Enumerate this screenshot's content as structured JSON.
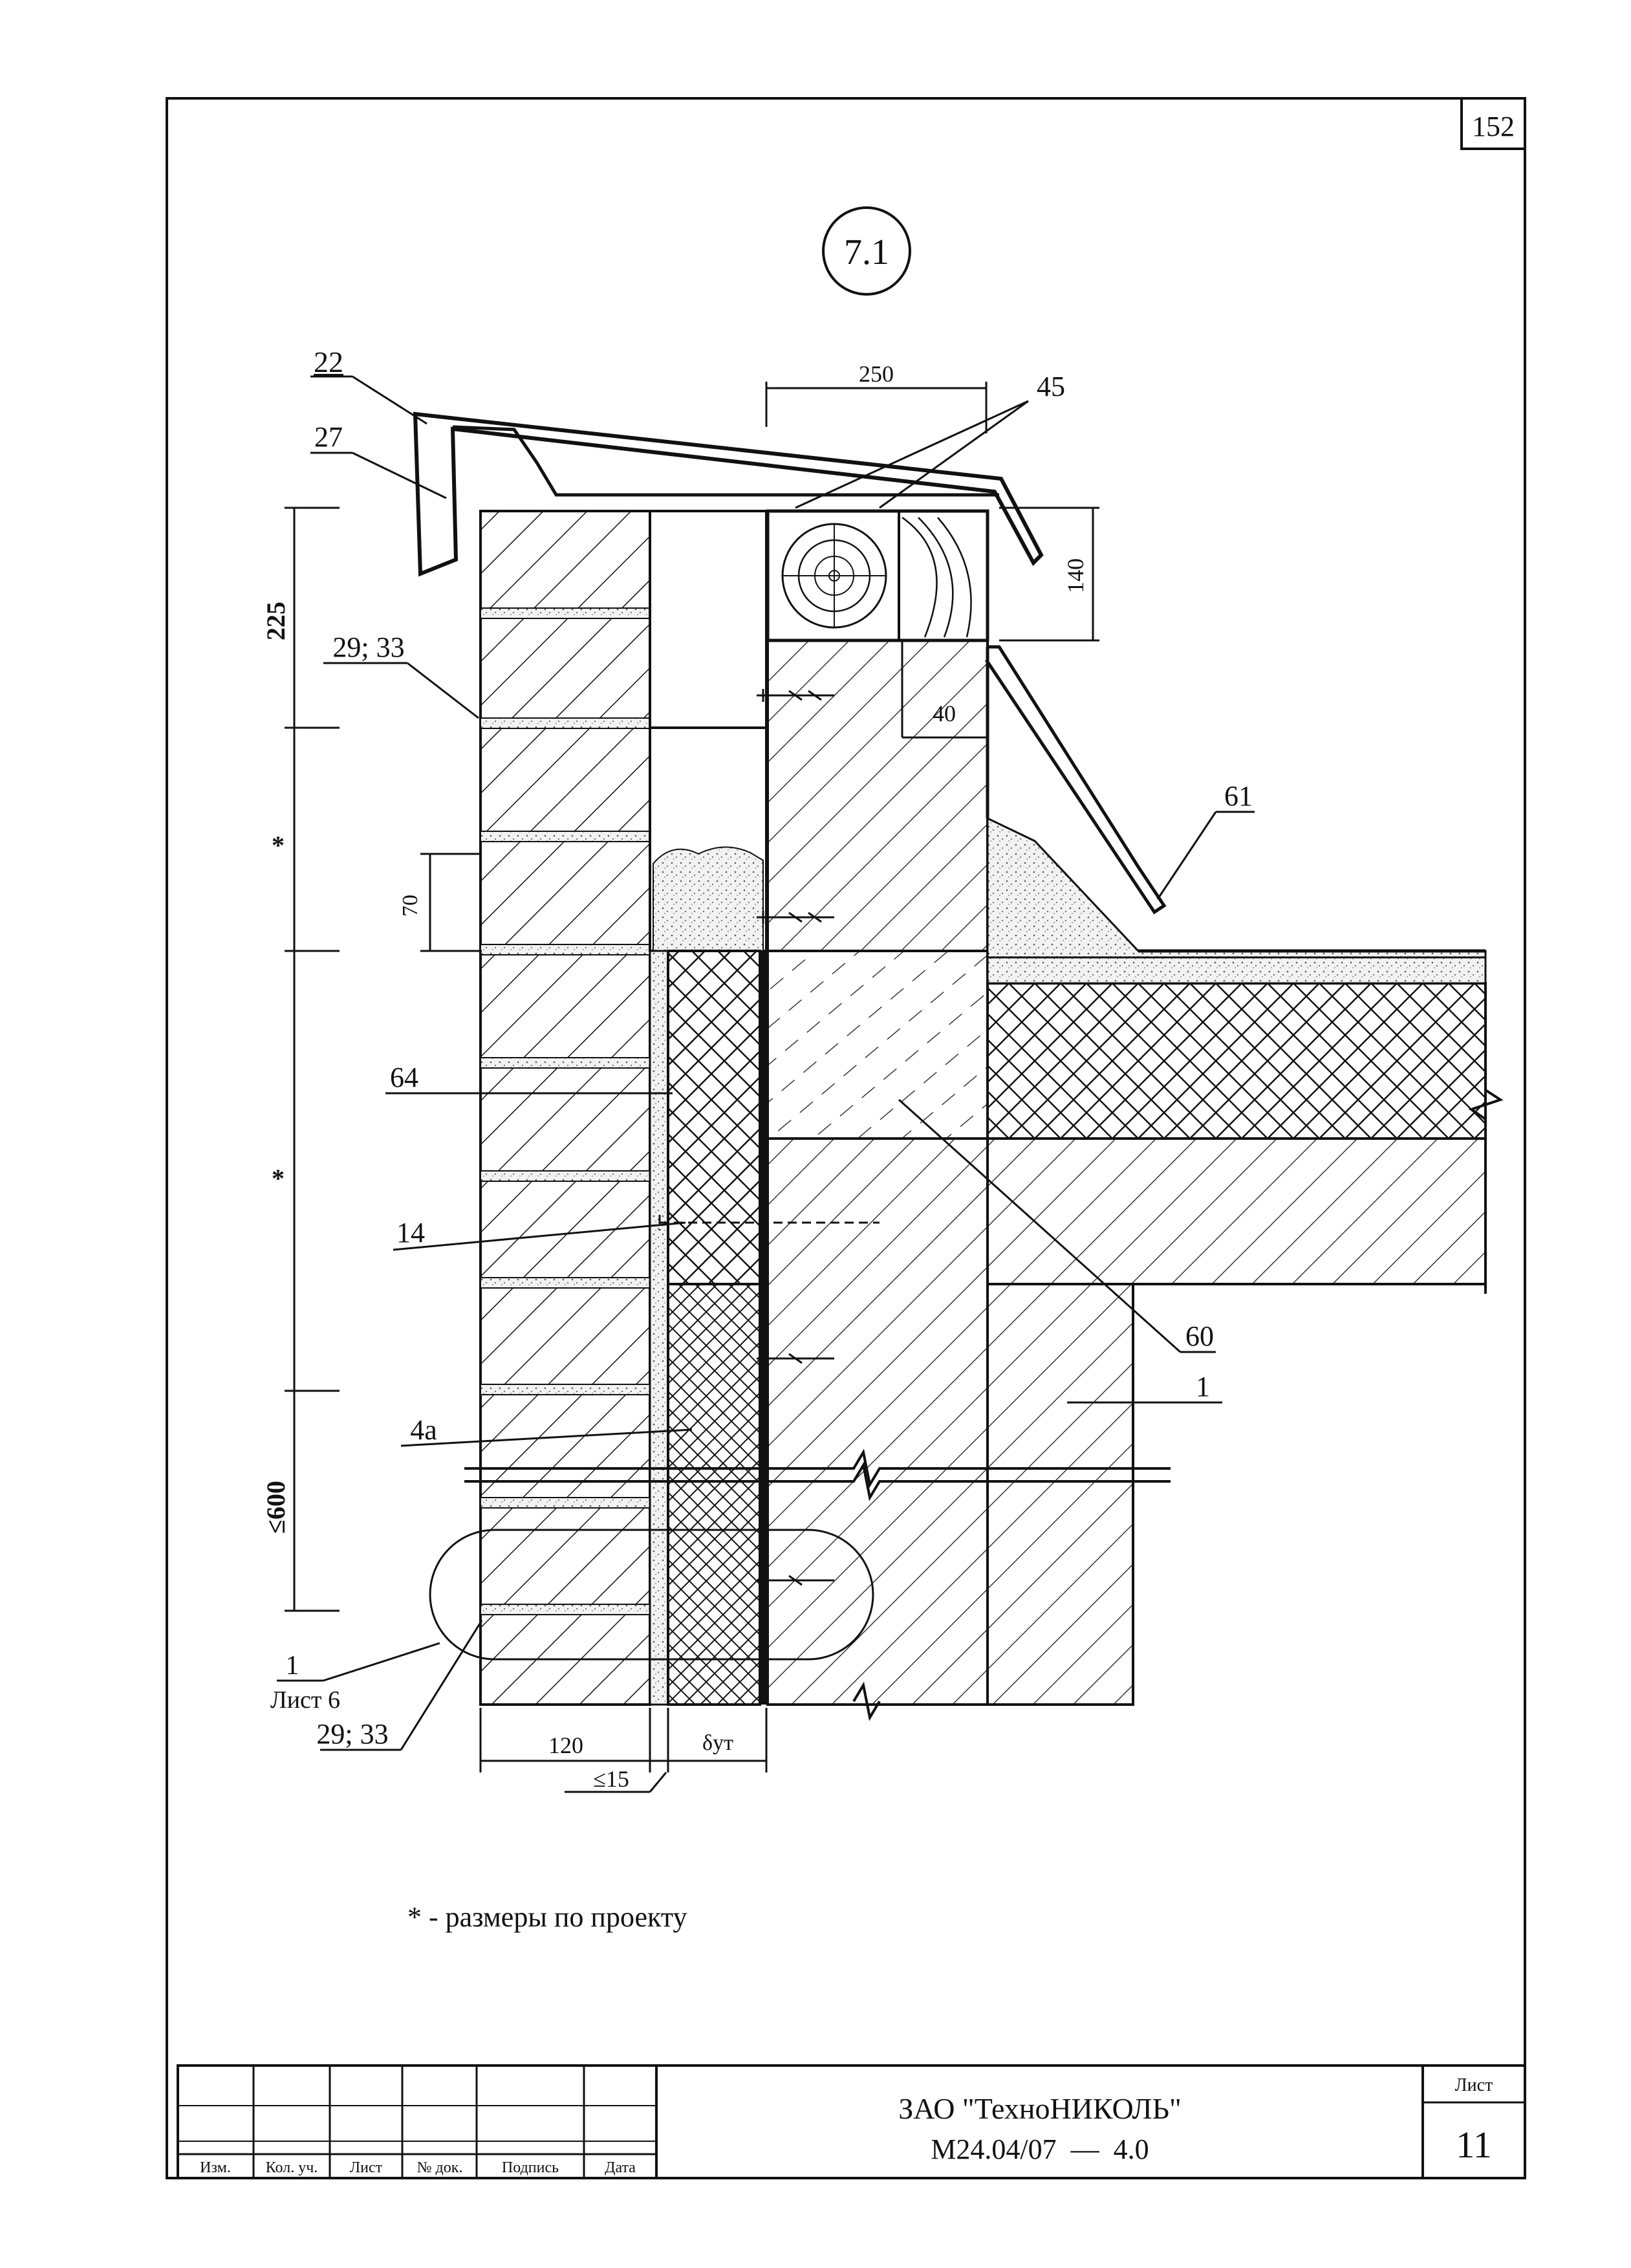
{
  "page_number": "152",
  "detail_id": "7.1",
  "callouts": {
    "c22": "22",
    "c27": "27",
    "c45": "45",
    "c29_33_top": "29; 33",
    "c61": "61",
    "c40": "40",
    "c64": "64",
    "c14": "14",
    "c60": "60",
    "c1": "1",
    "c4a": "4а",
    "section_num": "1",
    "section_sheet": "Лист 6",
    "c29_33_bottom": "29; 33"
  },
  "dimensions": {
    "d250": "250",
    "d140": "140",
    "d225": "225",
    "star1": "*",
    "d70": "70",
    "star2": "*",
    "d600": "≤600",
    "d120": "120",
    "d_ins": "δут",
    "d15": "≤15"
  },
  "note": "* - размеры по проекту",
  "title_block": {
    "headers": [
      "Изм.",
      "Кол. уч.",
      "Лист",
      "№ док.",
      "Подпись",
      "Дата"
    ],
    "company": "ЗАО \"ТехноНИКОЛЬ\"",
    "doc_code": "М24.04/07  —  4.0",
    "sheet_label": "Лист",
    "sheet_number": "11"
  },
  "colors": {
    "ink": "#111111",
    "paper": "#ffffff",
    "fill": "#e6e6e6"
  }
}
